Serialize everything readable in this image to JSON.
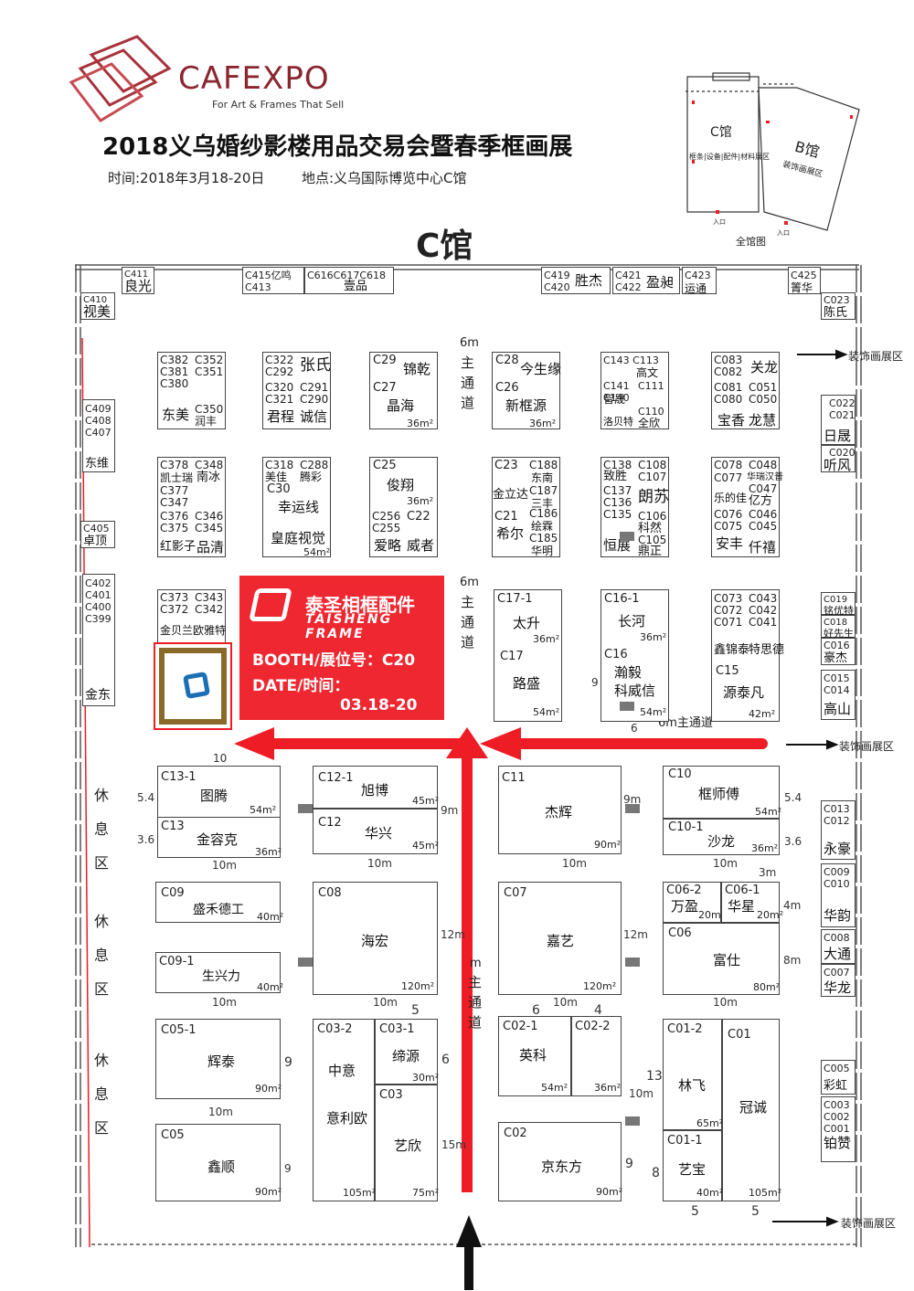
{
  "header": {
    "brand": "CAFEXPO",
    "tagline": "For Art & Frames That Sell",
    "title": "2018义乌婚纱影楼用品交易会暨春季框画展",
    "time_label": "时间:2018年3月18-20日",
    "place_label": "地点:义乌国际博览中心C馆"
  },
  "overview": {
    "hall_c": "C馆",
    "hall_c_desc": "框条|设备|配件|材料展区",
    "hall_b": "B馆",
    "hall_b_desc": "装饰画展区",
    "entrance1": "入口",
    "entrance2": "入口",
    "caption": "全馆图"
  },
  "hall_title": "C馆",
  "aisles": {
    "main1": "6m",
    "main1_text": "主通道",
    "main2": "6m",
    "main2_text": "主通道",
    "main3": "6m主通道",
    "main4": "m",
    "main4_text": "主通道"
  },
  "exits": {
    "e1": "装饰画展区",
    "e2": "装饰画展区",
    "e3": "装饰画展区"
  },
  "rest_areas": [
    "休息区",
    "休息区",
    "休息区"
  ],
  "highlight": {
    "company_cn": "泰圣相框配件",
    "company_en": "TAISHENG FRAME",
    "booth_label": "BOOTH/展位号：C20",
    "date_label": "DATE/时间：",
    "date_value": "03.18-20"
  },
  "booths_top": [
    {
      "code": "C411",
      "name": "良光"
    },
    {
      "code": "C410",
      "name": "视美"
    },
    {
      "code": "C415亿鸣\nC413",
      "name": ""
    },
    {
      "code": "C616C617C618",
      "name": "壹品"
    },
    {
      "code": "C419\nC420",
      "name": "胜杰"
    },
    {
      "code": "C421\nC422",
      "name": "盈昶"
    },
    {
      "code": "C423",
      "name": "运通"
    },
    {
      "code": "C425",
      "name": "箐华"
    },
    {
      "code": "C023",
      "name": "陈氏"
    }
  ],
  "booths_left": [
    {
      "code": "C409\nC408\nC407",
      "name": "东维"
    },
    {
      "code": "C405",
      "name": "卓顶"
    },
    {
      "code": "C402\nC401\nC400\nC399",
      "name": "金东"
    }
  ],
  "booths_right": [
    {
      "code": "C022\nC021",
      "name": "日晟"
    },
    {
      "code": "C020",
      "name": "听风"
    },
    {
      "code": "C019",
      "name": "铭优特"
    },
    {
      "code": "C018",
      "name": "好先生"
    },
    {
      "code": "C016",
      "name": "豪杰"
    },
    {
      "code": "C015\nC014",
      "name": "高山"
    },
    {
      "code": "C013\nC012",
      "name": "永豪"
    },
    {
      "code": "C009\nC010",
      "name": "华韵"
    },
    {
      "code": "C008",
      "name": "大通"
    },
    {
      "code": "C007",
      "name": "华龙"
    },
    {
      "code": "C005",
      "name": "彩虹"
    },
    {
      "code": "C003\nC002\nC001",
      "name": "铂赞"
    }
  ],
  "blocks_row1": [
    {
      "codes_l": "C382\nC381\nC380",
      "codes_r": "C352\nC351",
      "name_l": "东美",
      "sub": "C350\n润丰"
    },
    {
      "codes_l": "C322\nC292",
      "name_top": "张氏",
      "codes_l2": "C320\nC321",
      "codes_r2": "C291\nC290",
      "name_l": "君程",
      "name_r": "诚信"
    },
    {
      "code": "C29",
      "name_top": "锦乾",
      "code2": "C27",
      "name": "晶海",
      "area": "36m²"
    },
    {
      "code": "C28",
      "name_top": "今生缘",
      "code2": "C26",
      "name": "新框源",
      "area": "36m²"
    },
    {
      "codes_top": "C143 C113",
      "name_top": "高文",
      "codes": "C141\nC140",
      "name_l": "智晟",
      "name_l2": "洛贝特",
      "codes_r": "C111",
      "name_r": "全欣",
      "code_r2": "C110"
    },
    {
      "codes_l": "C083\nC082",
      "name_top": "关龙",
      "codes_l2": "C081\nC080",
      "codes_r": "C051\nC050",
      "name_l": "宝香",
      "name_r": "龙慧"
    }
  ],
  "blocks_row2": [
    {
      "a": "C378",
      "an": "凯士瑞",
      "b": "C348",
      "bn": "南冰",
      "c": "C377\nC347",
      "d": "C376\nC375",
      "dn": "红影子",
      "e": "C346\nC345",
      "en": "品清"
    },
    {
      "a": "C318",
      "an": "美佳",
      "b": "C288",
      "bn": "腾彩",
      "c": "C30",
      "cn": "幸运线",
      "dn": "皇庭视觉",
      "area": "54m²"
    },
    {
      "a": "C25",
      "an": "俊翔",
      "area": "36m²",
      "c": "C256\nC255",
      "cn": "爱略",
      "d": "C22",
      "dn": "威者"
    },
    {
      "a": "C23",
      "an": "金立达",
      "b": "C188",
      "bn": "东南",
      "c": "C187",
      "cn": "三丰",
      "d": "C21",
      "dn": "希尔",
      "e": "C186",
      "en": "绘霖",
      "f": "C185",
      "fn": "华明"
    },
    {
      "a": "C138",
      "an": "致胜",
      "b": "C108\nC107",
      "bn": "朗苏",
      "c": "C137\nC136\nC135",
      "cn": "恒展",
      "d": "C106",
      "dn": "科然",
      "e": "C105",
      "en": "鼎正"
    },
    {
      "a": "C078",
      "b": "C048",
      "bn": "华瑞汉普",
      "c": "C077",
      "cn": "乐的佳",
      "d": "C047",
      "dn": "亿方",
      "e": "C076\nC075",
      "en": "安丰",
      "f": "C046\nC045",
      "fn": "仟禧"
    }
  ],
  "blocks_row3": [
    {
      "a": "C373\nC372",
      "an": "金贝兰",
      "b": "C343\nC342",
      "bn": "欧雅特"
    },
    {
      "a": "C17-1",
      "an": "太升",
      "area1": "36m²",
      "b": "C17",
      "bn": "路盛",
      "area2": "54m²"
    },
    {
      "a": "C16-1",
      "an": "长河",
      "area1": "36m²",
      "b": "C16",
      "bn": "瀚毅",
      "bn2": "科威信",
      "area2": "54m²"
    },
    {
      "a": "C073\nC072\nC071",
      "an": "鑫锦泰",
      "b": "C043\nC042\nC041",
      "bn": "特思德",
      "c": "C15",
      "cn": "源泰凡",
      "area": "42m²"
    }
  ],
  "blocks_big": [
    {
      "a": "C13-1",
      "an": "图腾",
      "aa": "54m²",
      "b": "C13",
      "bn": "金容克",
      "ba": "36m²"
    },
    {
      "a": "C12-1",
      "an": "旭博",
      "aa": "45m²",
      "b": "C12",
      "bn": "华兴",
      "ba": "45m²"
    },
    {
      "a": "C11",
      "an": "杰辉",
      "aa": "90m²"
    },
    {
      "a": "C10",
      "an": "框师傅",
      "aa": "54m²",
      "b": "C10-1",
      "bn": "沙龙",
      "ba": "36m²"
    },
    {
      "a": "C09",
      "an": "盛禾德工",
      "aa": "40m²"
    },
    {
      "a": "C09-1",
      "an": "生兴力",
      "aa": "40m²"
    },
    {
      "a": "C08",
      "an": "海宏",
      "aa": "120m²"
    },
    {
      "a": "C07",
      "an": "嘉艺",
      "aa": "120m²"
    },
    {
      "a": "C06-2",
      "an": "万盈",
      "aa": "20m²",
      "b": "C06-1",
      "bn": "华星",
      "ba": "20m²",
      "c": "C06",
      "cn": "富仕",
      "ca": "80m²"
    },
    {
      "a": "C05-1",
      "an": "辉泰",
      "aa": "90m²"
    },
    {
      "a": "C05",
      "an": "鑫顺",
      "aa": "90m²"
    },
    {
      "a": "C03-2",
      "an": "中意",
      "an2": "意利欧",
      "aa": "105m²",
      "b": "C03-1",
      "bn": "缔源",
      "ba": "30m²",
      "c": "C03",
      "cn": "艺欣",
      "ca": "75m²"
    },
    {
      "a": "C02-1",
      "an": "英科",
      "aa": "54m²",
      "b": "C02-2",
      "ba": "36m²"
    },
    {
      "a": "C02",
      "an": "京东方",
      "aa": "90m²"
    },
    {
      "a": "C01-2",
      "an": "林飞",
      "aa": "65m²",
      "b": "C01",
      "bn": "冠诚",
      "ba": "105m²",
      "c": "C01-1",
      "cn": "艺宝",
      "ca": "40m²"
    }
  ],
  "dims": {
    "d10": "10",
    "d54": "5.4",
    "d36": "3.6",
    "d10m": "10m",
    "d9m": "9m",
    "d12m": "12m",
    "d5": "5",
    "d6": "6",
    "d4": "4",
    "d9": "9",
    "d13": "13",
    "d8": "8",
    "d15m": "15m",
    "d3m": "3m",
    "d4m": "4m",
    "d8m": "8m",
    "d5r": "5",
    "d5b": "5"
  },
  "colors": {
    "accent": "#ee1c25",
    "brand": "#c0392b"
  }
}
